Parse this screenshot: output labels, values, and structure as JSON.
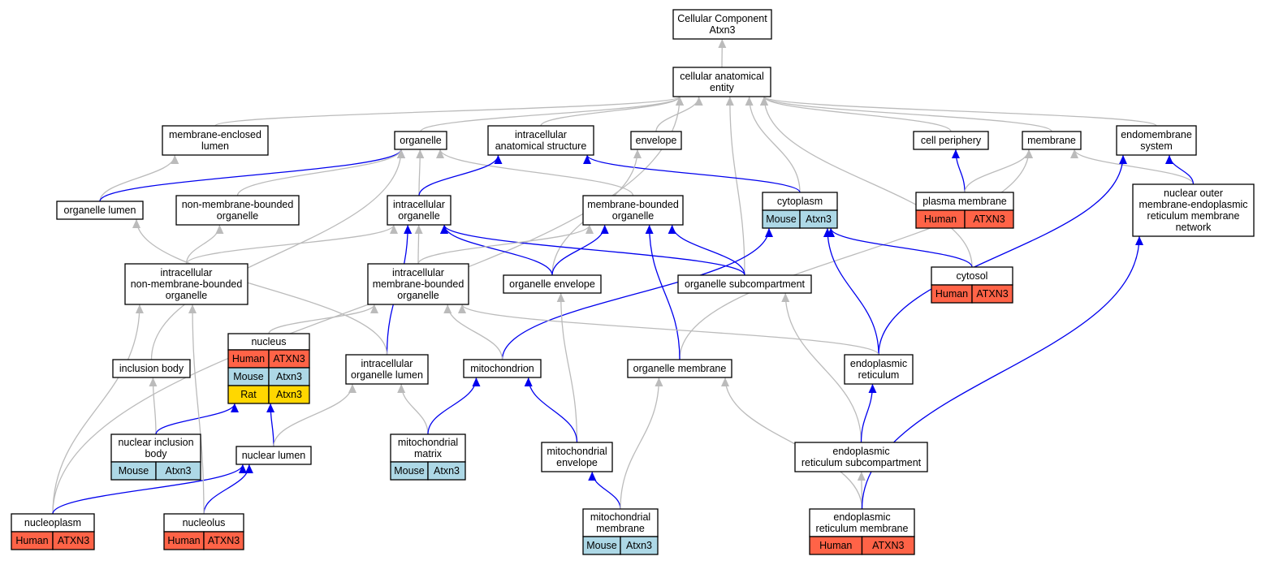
{
  "colors": {
    "is_a": "#bbbbbb",
    "part_of": "#0000ee",
    "Human": "#ff6347",
    "Mouse": "#add8e6",
    "Rat": "#ffd700"
  },
  "nodes": [
    {
      "id": "root",
      "lines": [
        "Cellular Component",
        "Atxn3"
      ]
    },
    {
      "id": "cae",
      "lines": [
        "cellular anatomical",
        "entity"
      ]
    },
    {
      "id": "mel",
      "lines": [
        "membrane-enclosed",
        "lumen"
      ]
    },
    {
      "id": "organelle",
      "lines": [
        "organelle"
      ]
    },
    {
      "id": "ias",
      "lines": [
        "intracellular",
        "anatomical structure"
      ]
    },
    {
      "id": "envelope",
      "lines": [
        "envelope"
      ]
    },
    {
      "id": "periphery",
      "lines": [
        "cell periphery"
      ]
    },
    {
      "id": "membrane",
      "lines": [
        "membrane"
      ]
    },
    {
      "id": "endosys",
      "lines": [
        "endomembrane",
        "system"
      ]
    },
    {
      "id": "orglumen",
      "lines": [
        "organelle lumen"
      ]
    },
    {
      "id": "nmbo",
      "lines": [
        "non-membrane-bounded",
        "organelle"
      ]
    },
    {
      "id": "intraorg",
      "lines": [
        "intracellular",
        "organelle"
      ]
    },
    {
      "id": "mbo",
      "lines": [
        "membrane-bounded",
        "organelle"
      ]
    },
    {
      "id": "cytoplasm",
      "lines": [
        "cytoplasm"
      ],
      "species": [
        [
          "Mouse",
          "Atxn3"
        ]
      ]
    },
    {
      "id": "pm",
      "lines": [
        "plasma membrane"
      ],
      "species": [
        [
          "Human",
          "ATXN3"
        ]
      ]
    },
    {
      "id": "nomer",
      "lines": [
        "nuclear outer",
        "membrane-endoplasmic",
        "reticulum membrane",
        "network"
      ]
    },
    {
      "id": "inmbo",
      "lines": [
        "intracellular",
        "non-membrane-bounded",
        "organelle"
      ]
    },
    {
      "id": "imbo",
      "lines": [
        "intracellular",
        "membrane-bounded",
        "organelle"
      ]
    },
    {
      "id": "orgenv",
      "lines": [
        "organelle envelope"
      ]
    },
    {
      "id": "orgsub",
      "lines": [
        "organelle subcompartment"
      ]
    },
    {
      "id": "cytosol",
      "lines": [
        "cytosol"
      ],
      "species": [
        [
          "Human",
          "ATXN3"
        ]
      ]
    },
    {
      "id": "nucleus",
      "lines": [
        "nucleus"
      ],
      "species": [
        [
          "Human",
          "ATXN3"
        ],
        [
          "Mouse",
          "Atxn3"
        ],
        [
          "Rat",
          "Atxn3"
        ]
      ]
    },
    {
      "id": "inclusion",
      "lines": [
        "inclusion body"
      ]
    },
    {
      "id": "iol",
      "lines": [
        "intracellular",
        "organelle lumen"
      ]
    },
    {
      "id": "mito",
      "lines": [
        "mitochondrion"
      ]
    },
    {
      "id": "orgmem",
      "lines": [
        "organelle membrane"
      ]
    },
    {
      "id": "er",
      "lines": [
        "endoplasmic",
        "reticulum"
      ]
    },
    {
      "id": "nib",
      "lines": [
        "nuclear inclusion",
        "body"
      ],
      "species": [
        [
          "Mouse",
          "Atxn3"
        ]
      ]
    },
    {
      "id": "nlumen",
      "lines": [
        "nuclear lumen"
      ]
    },
    {
      "id": "mmatrix",
      "lines": [
        "mitochondrial",
        "matrix"
      ],
      "species": [
        [
          "Mouse",
          "Atxn3"
        ]
      ]
    },
    {
      "id": "menv",
      "lines": [
        "mitochondrial",
        "envelope"
      ]
    },
    {
      "id": "ersub",
      "lines": [
        "endoplasmic",
        "reticulum subcompartment"
      ]
    },
    {
      "id": "nucleoplasm",
      "lines": [
        "nucleoplasm"
      ],
      "species": [
        [
          "Human",
          "ATXN3"
        ]
      ]
    },
    {
      "id": "nucleolus",
      "lines": [
        "nucleolus"
      ],
      "species": [
        [
          "Human",
          "ATXN3"
        ]
      ]
    },
    {
      "id": "mmem",
      "lines": [
        "mitochondrial",
        "membrane"
      ],
      "species": [
        [
          "Mouse",
          "Atxn3"
        ]
      ]
    },
    {
      "id": "ermem",
      "lines": [
        "endoplasmic",
        "reticulum membrane"
      ],
      "species": [
        [
          "Human",
          "ATXN3"
        ]
      ]
    }
  ],
  "edges": [
    {
      "from": "cae",
      "to": "root",
      "type": "is_a"
    },
    {
      "from": "mel",
      "to": "cae",
      "type": "is_a"
    },
    {
      "from": "organelle",
      "to": "cae",
      "type": "is_a"
    },
    {
      "from": "ias",
      "to": "cae",
      "type": "is_a"
    },
    {
      "from": "envelope",
      "to": "cae",
      "type": "is_a"
    },
    {
      "from": "periphery",
      "to": "cae",
      "type": "is_a"
    },
    {
      "from": "membrane",
      "to": "cae",
      "type": "is_a"
    },
    {
      "from": "endosys",
      "to": "cae",
      "type": "is_a"
    },
    {
      "from": "cytoplasm",
      "to": "cae",
      "type": "is_a"
    },
    {
      "from": "orgsub",
      "to": "cae",
      "type": "is_a"
    },
    {
      "from": "cytosol",
      "to": "cae",
      "type": "is_a"
    },
    {
      "from": "nucleoplasm",
      "to": "cae",
      "type": "is_a"
    },
    {
      "from": "orglumen",
      "to": "mel",
      "type": "is_a"
    },
    {
      "from": "orglumen",
      "to": "organelle",
      "type": "part_of"
    },
    {
      "from": "nmbo",
      "to": "organelle",
      "type": "is_a"
    },
    {
      "from": "intraorg",
      "to": "organelle",
      "type": "is_a"
    },
    {
      "from": "mbo",
      "to": "organelle",
      "type": "is_a"
    },
    {
      "from": "inclusion",
      "to": "organelle",
      "type": "is_a"
    },
    {
      "from": "intraorg",
      "to": "ias",
      "type": "part_of"
    },
    {
      "from": "cytoplasm",
      "to": "ias",
      "type": "part_of"
    },
    {
      "from": "orgenv",
      "to": "envelope",
      "type": "is_a"
    },
    {
      "from": "pm",
      "to": "periphery",
      "type": "part_of"
    },
    {
      "from": "pm",
      "to": "membrane",
      "type": "is_a"
    },
    {
      "from": "orgmem",
      "to": "membrane",
      "type": "is_a"
    },
    {
      "from": "nomer",
      "to": "membrane",
      "type": "is_a"
    },
    {
      "from": "nomer",
      "to": "endosys",
      "type": "part_of"
    },
    {
      "from": "er",
      "to": "endosys",
      "type": "part_of"
    },
    {
      "from": "inmbo",
      "to": "nmbo",
      "type": "is_a"
    },
    {
      "from": "inmbo",
      "to": "intraorg",
      "type": "is_a"
    },
    {
      "from": "imbo",
      "to": "intraorg",
      "type": "is_a"
    },
    {
      "from": "orgenv",
      "to": "intraorg",
      "type": "part_of"
    },
    {
      "from": "orgsub",
      "to": "intraorg",
      "type": "part_of"
    },
    {
      "from": "iol",
      "to": "intraorg",
      "type": "part_of"
    },
    {
      "from": "imbo",
      "to": "mbo",
      "type": "is_a"
    },
    {
      "from": "orgenv",
      "to": "mbo",
      "type": "part_of"
    },
    {
      "from": "orgsub",
      "to": "mbo",
      "type": "part_of"
    },
    {
      "from": "orgmem",
      "to": "mbo",
      "type": "part_of"
    },
    {
      "from": "cytosol",
      "to": "cytoplasm",
      "type": "part_of"
    },
    {
      "from": "mito",
      "to": "cytoplasm",
      "type": "part_of"
    },
    {
      "from": "er",
      "to": "cytoplasm",
      "type": "part_of"
    },
    {
      "from": "nucleoplasm",
      "to": "inmbo",
      "type": "is_a"
    },
    {
      "from": "nucleus",
      "to": "imbo",
      "type": "is_a"
    },
    {
      "from": "mito",
      "to": "imbo",
      "type": "is_a"
    },
    {
      "from": "er",
      "to": "imbo",
      "type": "is_a"
    },
    {
      "from": "iol",
      "to": "orglumen",
      "type": "is_a"
    },
    {
      "from": "menv",
      "to": "orgenv",
      "type": "is_a"
    },
    {
      "from": "ersub",
      "to": "orgsub",
      "type": "is_a"
    },
    {
      "from": "nib",
      "to": "inclusion",
      "type": "is_a"
    },
    {
      "from": "nib",
      "to": "nucleus",
      "type": "part_of"
    },
    {
      "from": "nlumen",
      "to": "nucleus",
      "type": "part_of"
    },
    {
      "from": "nlumen",
      "to": "iol",
      "type": "is_a"
    },
    {
      "from": "mmatrix",
      "to": "iol",
      "type": "is_a"
    },
    {
      "from": "mmatrix",
      "to": "mito",
      "type": "part_of"
    },
    {
      "from": "menv",
      "to": "mito",
      "type": "part_of"
    },
    {
      "from": "mmem",
      "to": "menv",
      "type": "part_of"
    },
    {
      "from": "mmem",
      "to": "orgmem",
      "type": "is_a"
    },
    {
      "from": "ermem",
      "to": "orgmem",
      "type": "is_a"
    },
    {
      "from": "ersub",
      "to": "er",
      "type": "part_of"
    },
    {
      "from": "ermem",
      "to": "ersub",
      "type": "is_a"
    },
    {
      "from": "ermem",
      "to": "nomer",
      "type": "part_of"
    },
    {
      "from": "nucleoplasm",
      "to": "nlumen",
      "type": "part_of"
    },
    {
      "from": "nucleolus",
      "to": "nlumen",
      "type": "part_of"
    },
    {
      "from": "nucleolus",
      "to": "inmbo",
      "type": "is_a"
    }
  ]
}
